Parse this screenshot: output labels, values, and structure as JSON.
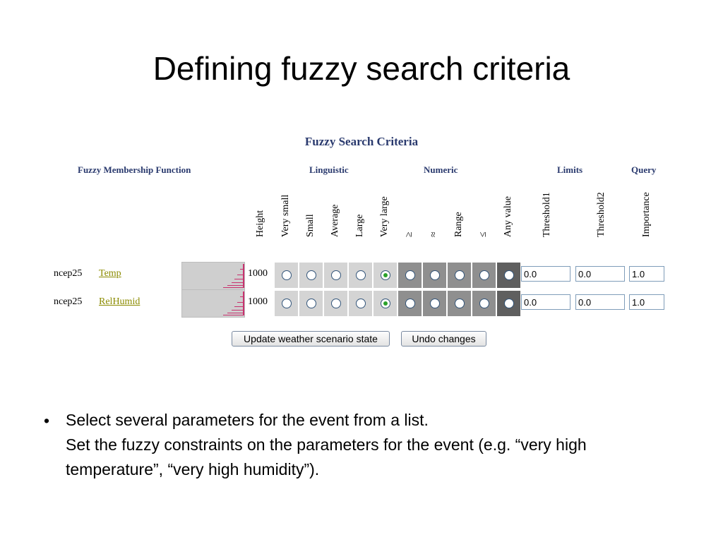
{
  "slide": {
    "title": "Defining fuzzy search criteria",
    "bullet_symbol": "•",
    "note_line1": "Select several parameters for the event from a list.",
    "note_line2": "Set the fuzzy constraints on the parameters for the event (e.g. “very high temperature”, “very high humidity”)."
  },
  "panel": {
    "title": "Fuzzy Search Criteria",
    "sections": {
      "membership": "Fuzzy Membership Function",
      "linguistic": "Linguistic",
      "numeric": "Numeric",
      "limits": "Limits",
      "query": "Query"
    },
    "columns": {
      "height": "Height",
      "very_small": "Very small",
      "small": "Small",
      "average": "Average",
      "large": "Large",
      "very_large": "Very large",
      "ge": "≥",
      "approx": "≈",
      "range": "Range",
      "le": "≤",
      "any_value": "Any value",
      "threshold1": "Threshold1",
      "threshold2": "Threshold2",
      "importance": "Importance"
    },
    "rows": [
      {
        "source": "ncep25",
        "parameter": "Temp",
        "height": "1000",
        "selected": "very_large",
        "threshold1": "0.0",
        "threshold2": "0.0",
        "importance": "1.0"
      },
      {
        "source": "ncep25",
        "parameter": "RelHumid",
        "height": "1000",
        "selected": "very_large",
        "threshold1": "0.0",
        "threshold2": "0.0",
        "importance": "1.0"
      }
    ],
    "buttons": {
      "update": "Update weather scenario state",
      "undo": "Undo changes"
    },
    "colors": {
      "header_text": "#2a3a6e",
      "link": "#8b8b00",
      "spark_bar": "#c8326e",
      "radio_selected": "#2aa22a"
    }
  }
}
